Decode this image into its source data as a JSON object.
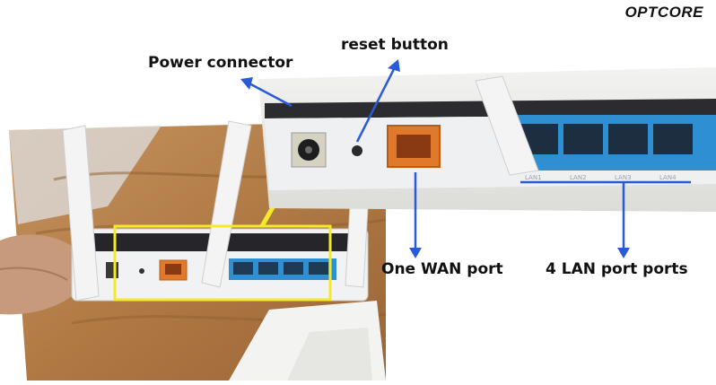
{
  "brand": "OPTCORE",
  "labels": {
    "power": "Power connector",
    "reset": "reset button",
    "wan": "One WAN port",
    "lan": "4 LAN port ports"
  },
  "colors": {
    "arrow_blue": "#2a5bd7",
    "highlight_yellow": "#f4ea2a",
    "wan_port_orange": "#e07a2a",
    "lan_port_blue": "#2f8fd3",
    "wood": "#b07a45"
  },
  "port_labels_close": [
    "LAN1",
    "LAN2",
    "LAN3",
    "LAN4"
  ]
}
